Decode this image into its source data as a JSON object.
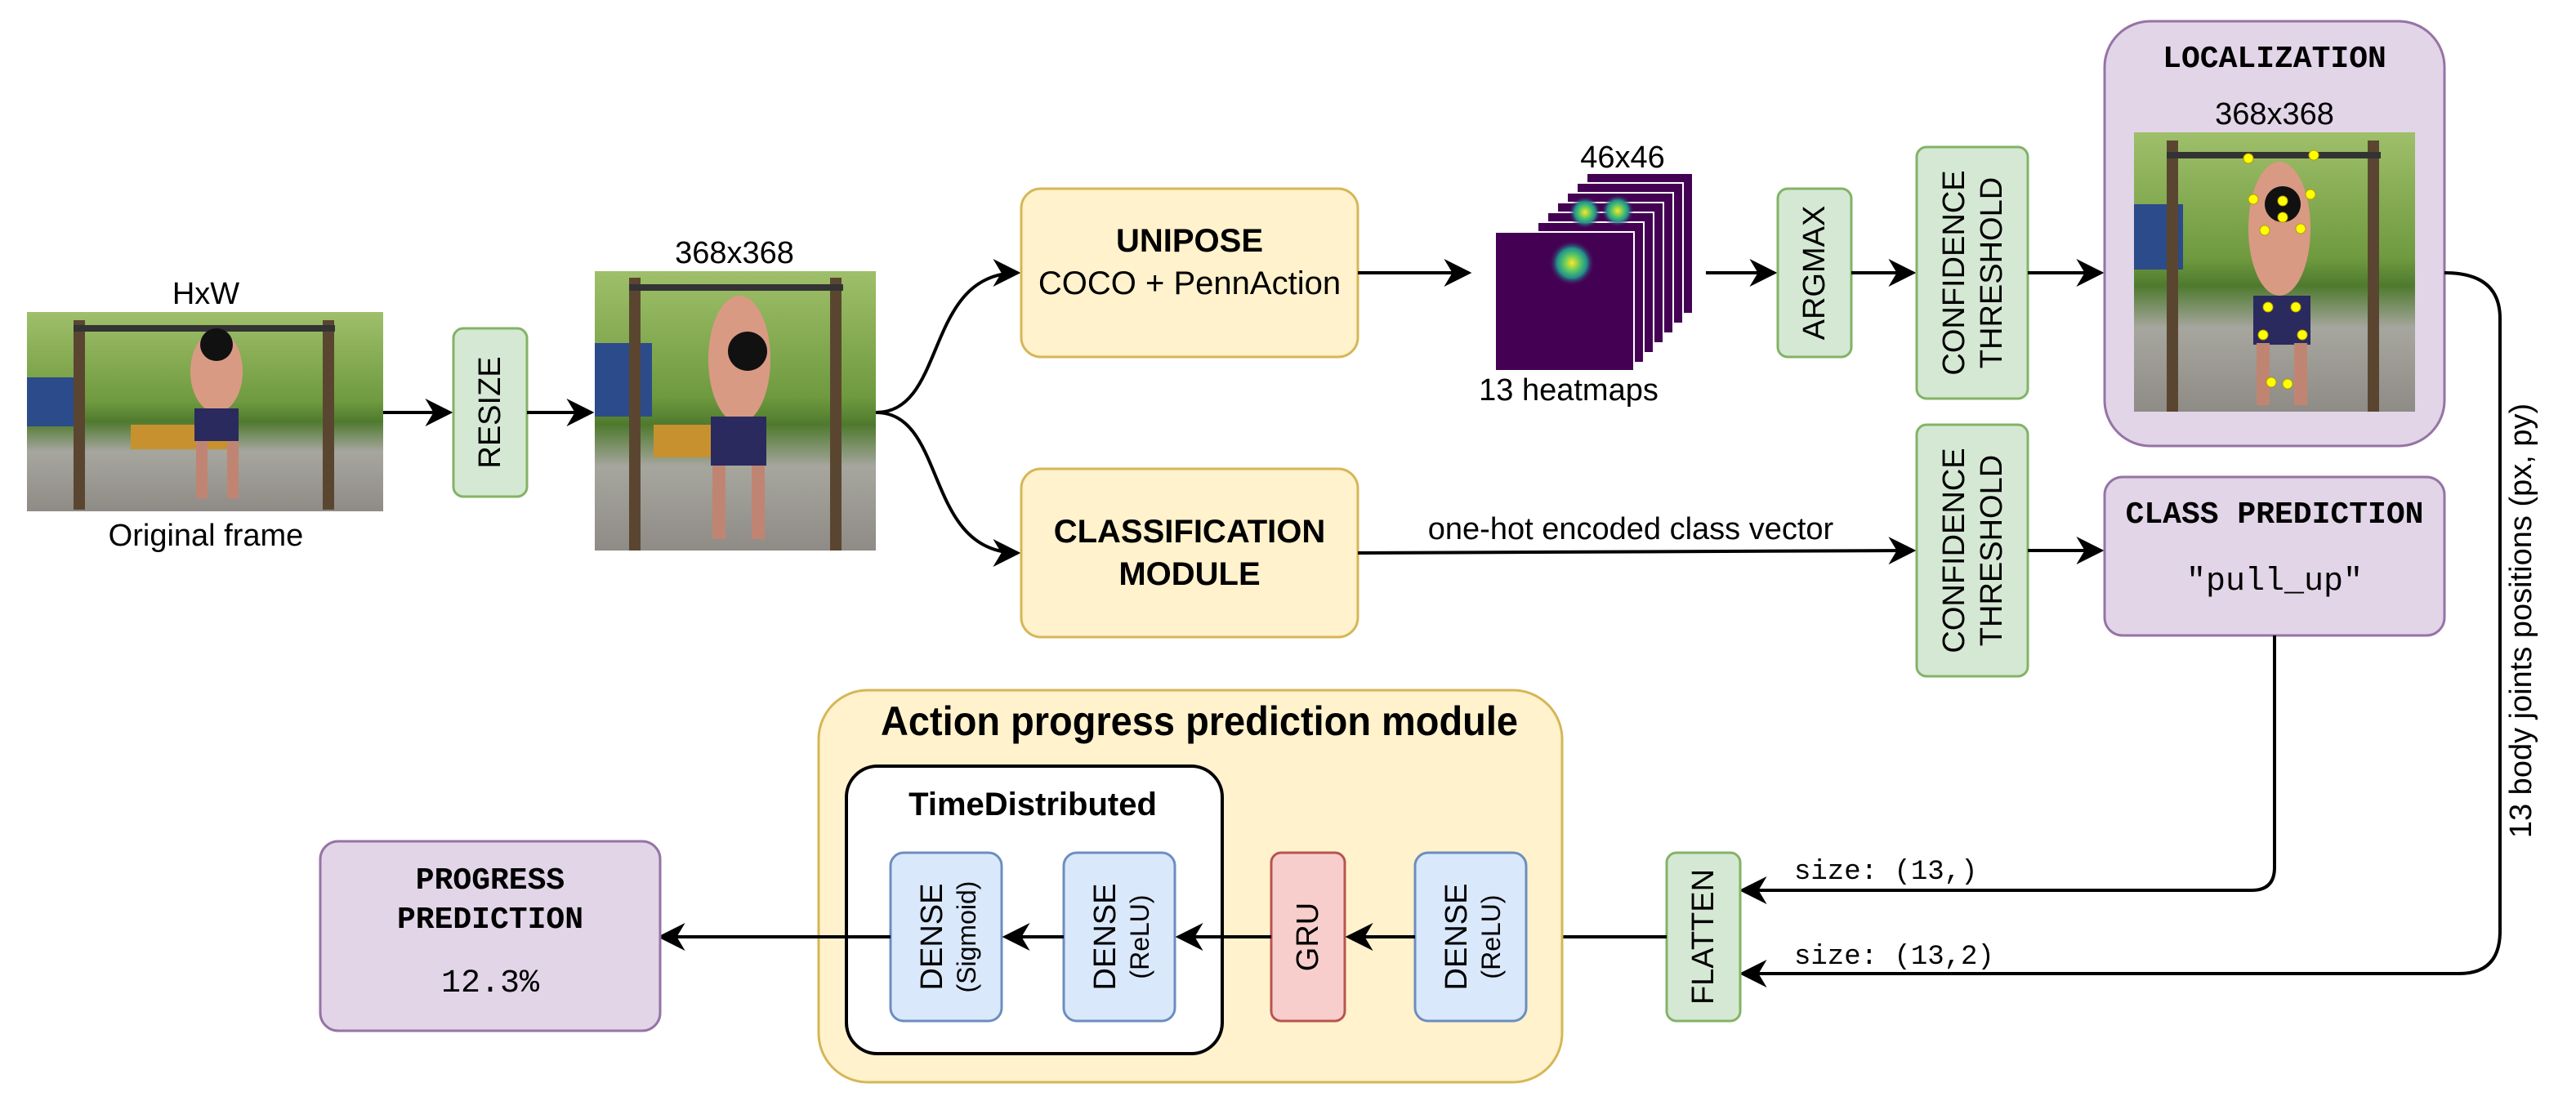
{
  "input": {
    "size_label": "HxW",
    "caption": "Original frame"
  },
  "resize": {
    "label": "RESIZE",
    "size_label": "368x368"
  },
  "unipose": {
    "title": "UNIPOSE",
    "subtitle": "COCO + PennAction"
  },
  "heatmaps": {
    "size_label": "46x46",
    "caption": "13 heatmaps"
  },
  "argmax": {
    "label": "ARGMAX"
  },
  "threshold_top": {
    "line1": "CONFIDENCE",
    "line2": "THRESHOLD"
  },
  "localization": {
    "title": "LOCALIZATION",
    "size_label": "368x368"
  },
  "classification": {
    "line1": "CLASSIFICATION",
    "line2": "MODULE",
    "edge_label": "one-hot encoded class vector"
  },
  "threshold_bottom": {
    "line1": "CONFIDENCE",
    "line2": "THRESHOLD"
  },
  "class_prediction": {
    "title": "CLASS PREDICTION",
    "value": "\"pull_up\""
  },
  "joints_edge_label": "13 body joints positions (px, py)",
  "flatten": {
    "label": "FLATTEN",
    "size_class": "size: (13,)",
    "size_joints": "size: (13,2)"
  },
  "progress_module": {
    "title": "Action progress prediction module",
    "time_distributed": "TimeDistributed",
    "layers": [
      {
        "name": "DENSE",
        "activation": "(Sigmoid)"
      },
      {
        "name": "DENSE",
        "activation": "(ReLU)"
      },
      {
        "name": "GRU",
        "activation": ""
      },
      {
        "name": "DENSE",
        "activation": "(ReLU)"
      }
    ]
  },
  "progress_prediction": {
    "line1": "PROGRESS",
    "line2": "PREDICTION",
    "value": "12.3%"
  },
  "colors": {
    "green_fill": "#d5e8d4",
    "green_stroke": "#82b366",
    "yellow_fill": "#fff2cc",
    "yellow_stroke": "#d6b656",
    "purple_fill": "#e1d5e7",
    "purple_stroke": "#9673a6",
    "blue_fill": "#dae8fc",
    "blue_stroke": "#6c8ebf",
    "red_fill": "#f8cecc",
    "red_stroke": "#b85450",
    "heatmap_bg": "#440154",
    "keypoint": "#ffff00"
  }
}
